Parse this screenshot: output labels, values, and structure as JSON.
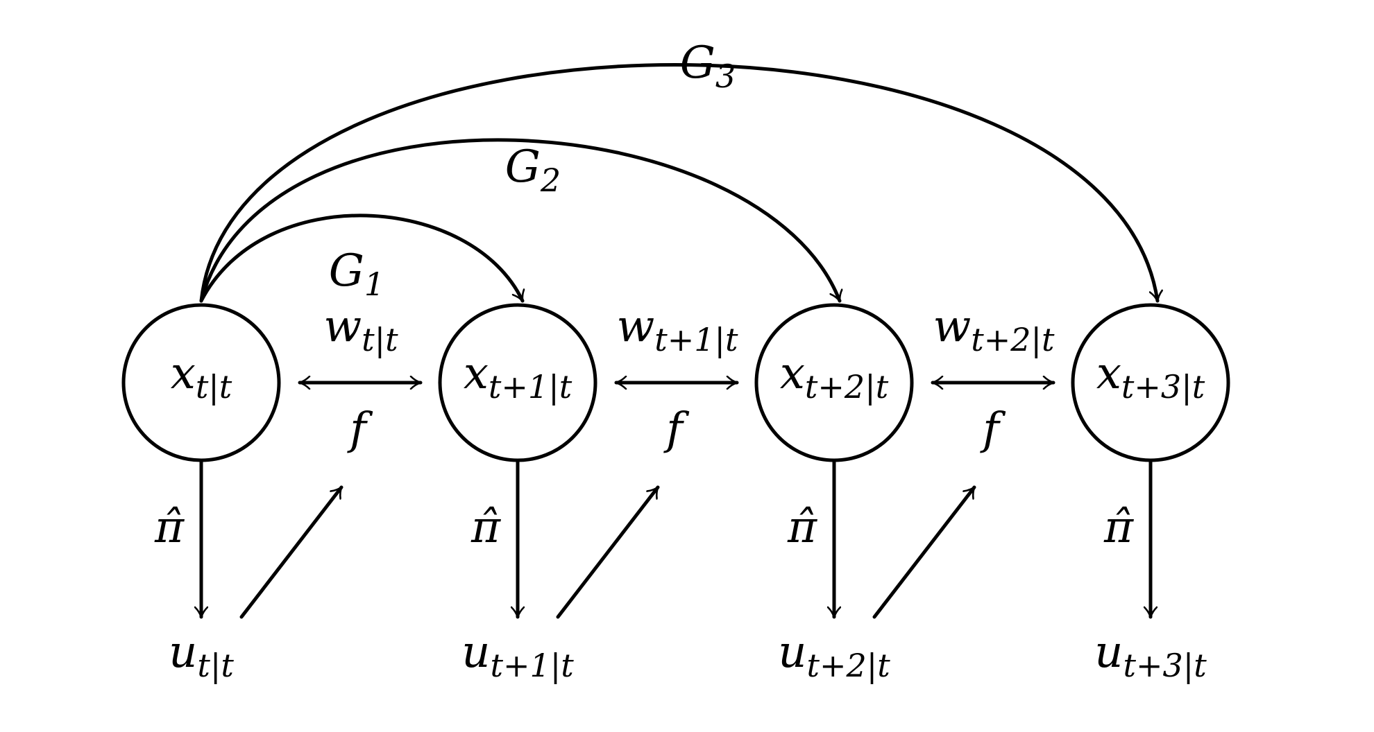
{
  "colors": {
    "ink": "#000000",
    "background": "#ffffff"
  },
  "nodes": [
    {
      "base": "x",
      "sub": "t|t"
    },
    {
      "base": "x",
      "sub": "t+1|t"
    },
    {
      "base": "x",
      "sub": "t+2|t"
    },
    {
      "base": "x",
      "sub": "t+3|t"
    }
  ],
  "controls": [
    {
      "base": "u",
      "sub": "t|t"
    },
    {
      "base": "u",
      "sub": "t+1|t"
    },
    {
      "base": "u",
      "sub": "t+2|t"
    },
    {
      "base": "u",
      "sub": "t+3|t"
    }
  ],
  "disturbances": [
    {
      "base": "w",
      "sub": "t|t"
    },
    {
      "base": "w",
      "sub": "t+1|t"
    },
    {
      "base": "w",
      "sub": "t+2|t"
    }
  ],
  "policy_labels": [
    "π̂",
    "π̂",
    "π̂",
    "π̂"
  ],
  "dynamics_labels": [
    "f",
    "f",
    "f"
  ],
  "prediction_arcs": [
    {
      "base": "G",
      "sub": "1"
    },
    {
      "base": "G",
      "sub": "2"
    },
    {
      "base": "G",
      "sub": "3"
    }
  ]
}
